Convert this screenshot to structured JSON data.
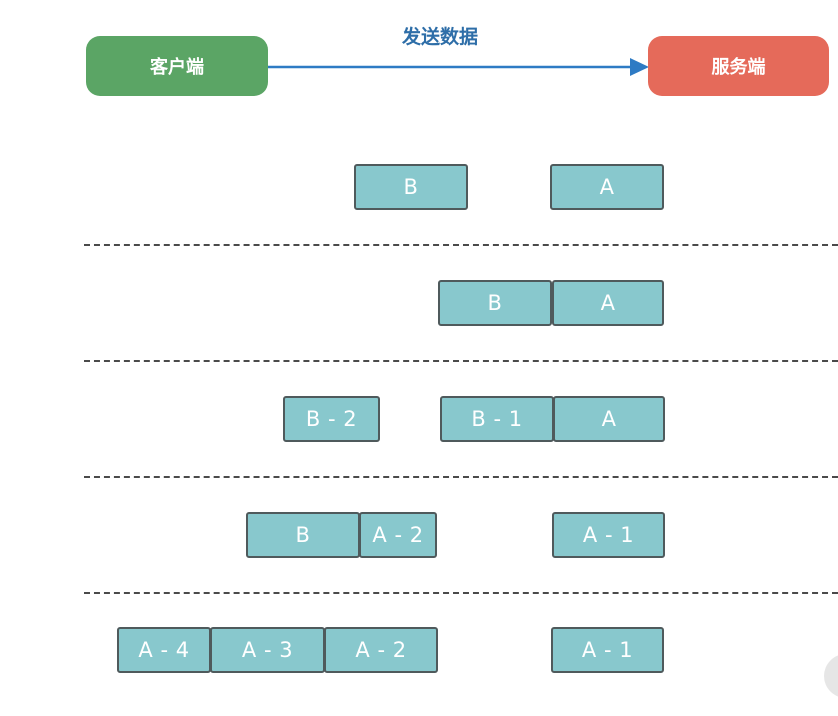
{
  "header": {
    "client_label": "客户端",
    "server_label": "服务端",
    "send_label": "发送数据"
  },
  "colors": {
    "client": "#5ba565",
    "server": "#e56a5a",
    "arrow": "#2e7bc4",
    "packet_fill": "#88c8cd",
    "packet_border": "#4f5a5c"
  },
  "rows": [
    {
      "packets": [
        "B",
        "A"
      ]
    },
    {
      "packets": [
        "B",
        "A"
      ]
    },
    {
      "packets": [
        "B - 2",
        "B - 1",
        "A"
      ]
    },
    {
      "packets": [
        "B",
        "A - 2",
        "A - 1"
      ]
    },
    {
      "packets": [
        "A - 4",
        "A - 3",
        "A - 2",
        "A - 1"
      ]
    }
  ]
}
